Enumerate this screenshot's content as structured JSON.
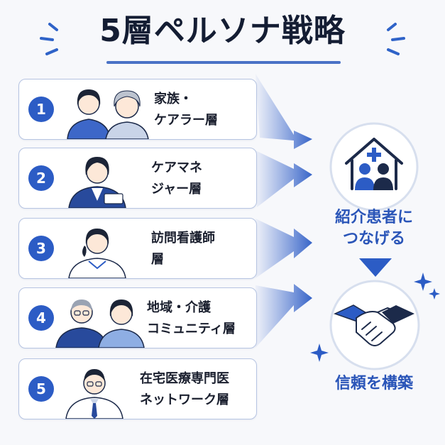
{
  "title": "5層ペルソナ戦略",
  "layers": [
    {
      "number": "1",
      "line1": "家族・",
      "line2": "ケアラー層"
    },
    {
      "number": "2",
      "line1": "ケアマネ",
      "line2": "ジャー層"
    },
    {
      "number": "3",
      "line1": "訪問看護師",
      "line2": "層"
    },
    {
      "number": "4",
      "line1": "地域・介護",
      "line2": "コミュニティ層"
    },
    {
      "number": "5",
      "line1": "在宅医療専門医",
      "line2": "ネットワーク層"
    }
  ],
  "goal": {
    "line1": "紹介患者に",
    "line2": "つなげる"
  },
  "result": "信頼を構築",
  "colors": {
    "accent": "#2c5cc5",
    "accent_text": "#2a55b8",
    "title": "#141d33",
    "card_border": "#b6c4e2"
  },
  "icons": [
    "home-care-icon",
    "handshake-icon",
    "sparkle-icon"
  ]
}
